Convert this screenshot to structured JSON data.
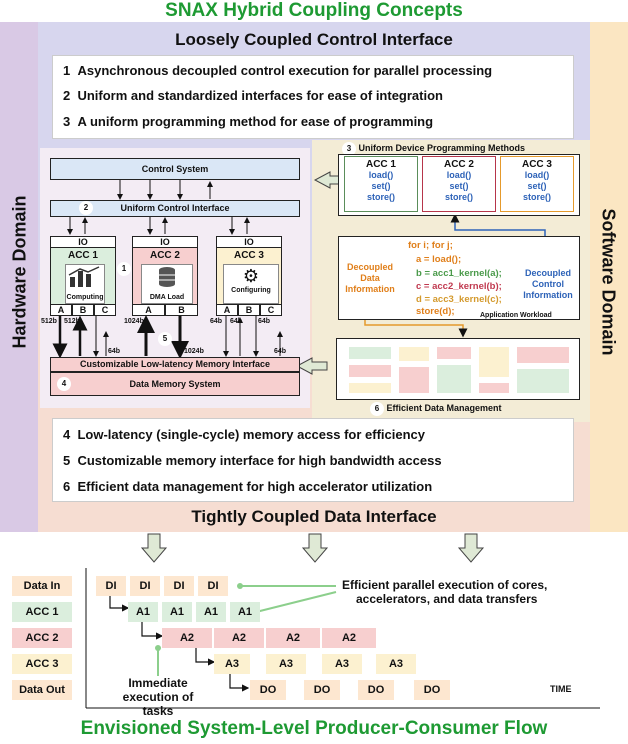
{
  "titles": {
    "top": "SNAX Hybrid Coupling Concepts",
    "bottom": "Envisioned System-Level Producer-Consumer Flow",
    "hardware_domain": "Hardware Domain",
    "software_domain": "Software Domain",
    "loosely": "Loosely Coupled Control Interface",
    "tightly": "Tightly Coupled Data Interface"
  },
  "loosely_list": [
    {
      "num": "1",
      "text": "Asynchronous decoupled control execution for parallel processing"
    },
    {
      "num": "2",
      "text": "Uniform and standardized interfaces for ease of integration"
    },
    {
      "num": "3",
      "text": "A uniform programming method for ease of programming"
    }
  ],
  "tightly_list": [
    {
      "num": "4",
      "text": "Low-latency (single-cycle) memory access for efficiency"
    },
    {
      "num": "5",
      "text": "Customizable memory interface for high bandwidth access"
    },
    {
      "num": "6",
      "text": "Efficient data management for high accelerator utilization"
    }
  ],
  "hardware": {
    "control_system": "Control System",
    "uniform_ctrl_num": "2",
    "uniform_ctrl": "Uniform Control Interface",
    "accs": [
      {
        "io": "IO",
        "name": "ACC 1",
        "task": "Computing",
        "ports": [
          "A",
          "B",
          "C"
        ],
        "icon": "computing-icon"
      },
      {
        "io": "IO",
        "name": "ACC 2",
        "task": "DMA Load",
        "ports": [
          "A",
          "B"
        ],
        "icon": "database-icon"
      },
      {
        "io": "IO",
        "name": "ACC 3",
        "task": "Configuring",
        "ports": [
          "A",
          "B",
          "C"
        ],
        "icon": "gear-icon"
      }
    ],
    "circle1": "1",
    "circle5": "5",
    "circle4": "4",
    "widths": {
      "w512a": "512b",
      "w512b": "512b",
      "w1024a": "1024b",
      "w1024b": "1024b",
      "w64a": "64b",
      "w64b": "64b",
      "w64c": "64b",
      "w64d": "64b",
      "w64e": "64b"
    },
    "mem_interface": "Customizable Low-latency Memory Interface",
    "data_memory": "Data Memory System"
  },
  "software": {
    "methods_num": "3",
    "methods_title": "Uniform Device Programming Methods",
    "accs": [
      {
        "name": "ACC 1",
        "fns": [
          "load()",
          "set()",
          "store()"
        ],
        "color": "#5a8d5a"
      },
      {
        "name": "ACC 2",
        "fns": [
          "load()",
          "set()",
          "store()"
        ],
        "color": "#b6354a"
      },
      {
        "name": "ACC 3",
        "fns": [
          "load()",
          "set()",
          "store()"
        ],
        "color": "#e59a2c"
      }
    ],
    "code": [
      "for i; for j;",
      "a = load();",
      "b = acc1_kernel(a);",
      "c = acc2_kernel(b);",
      "d = acc3_kernel(c);",
      "store(d);"
    ],
    "decoupled_data": [
      "Decoupled",
      "Data",
      "Information"
    ],
    "decoupled_control": [
      "Decoupled",
      "Control",
      "Information"
    ],
    "app_workload": "Application Workload",
    "edm_num": "6",
    "edm": "Efficient Data Management"
  },
  "flow": {
    "legend": [
      "Data In",
      "ACC 1",
      "ACC 2",
      "ACC 3",
      "Data Out"
    ],
    "di_label": "DI",
    "a1_label": "A1",
    "a2_label": "A2",
    "a3_label": "A3",
    "do_label": "DO",
    "annotation_parallel": [
      "Efficient parallel execution of cores,",
      "accelerators, and data transfers"
    ],
    "annotation_immediate": [
      "Immediate",
      "execution of tasks"
    ],
    "time_label": "TIME"
  },
  "colors": {
    "green_title": "#1e9a33",
    "acc_blue": "#2e63b8",
    "code_orange": "#e07f1a",
    "hardware_band": "#d9c9e5",
    "software_band": "#fbe6c2",
    "data_band": "#f6ddd2",
    "control_band": "#d7d6ee"
  }
}
